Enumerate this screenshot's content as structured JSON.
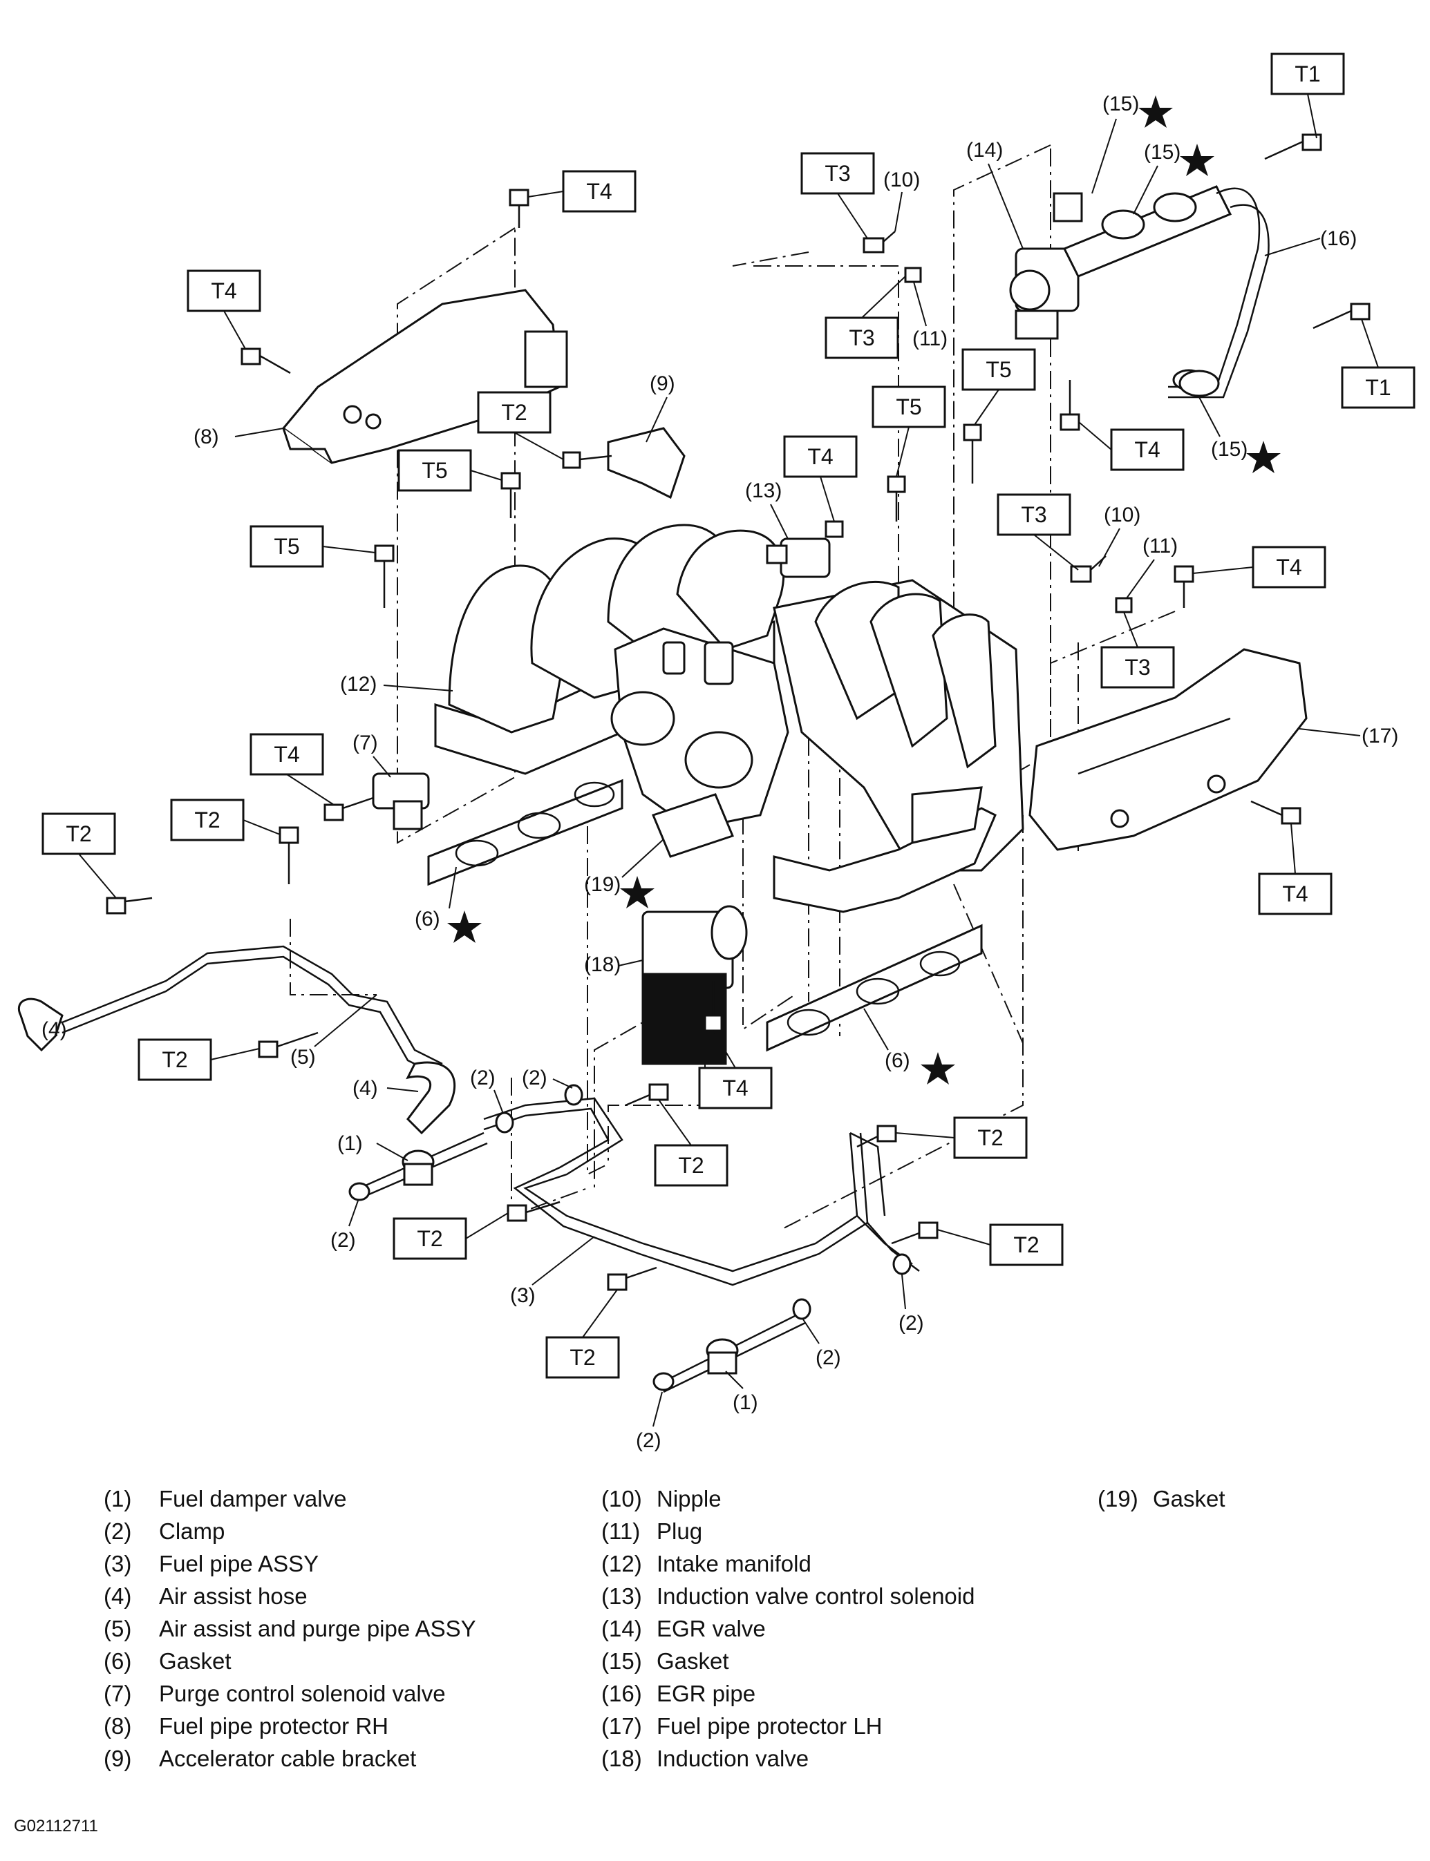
{
  "torque_labels": {
    "t1": "T1",
    "t2": "T2",
    "t3": "T3",
    "t4": "T4",
    "t5": "T5"
  },
  "callouts": {
    "c1": "(1)",
    "c2": "(2)",
    "c3": "(3)",
    "c4": "(4)",
    "c5": "(5)",
    "c6": "(6)",
    "c7": "(7)",
    "c8": "(8)",
    "c9": "(9)",
    "c10": "(10)",
    "c11": "(11)",
    "c12": "(12)",
    "c13": "(13)",
    "c14": "(14)",
    "c15": "(15)",
    "c16": "(16)",
    "c17": "(17)",
    "c18": "(18)",
    "c19": "(19)"
  },
  "legend": [
    {
      "num": "(1)",
      "name": "Fuel damper valve"
    },
    {
      "num": "(2)",
      "name": "Clamp"
    },
    {
      "num": "(3)",
      "name": "Fuel pipe ASSY"
    },
    {
      "num": "(4)",
      "name": "Air assist hose"
    },
    {
      "num": "(5)",
      "name": "Air assist and purge pipe ASSY"
    },
    {
      "num": "(6)",
      "name": "Gasket"
    },
    {
      "num": "(7)",
      "name": "Purge control solenoid valve"
    },
    {
      "num": "(8)",
      "name": "Fuel pipe protector RH"
    },
    {
      "num": "(9)",
      "name": "Accelerator cable bracket"
    },
    {
      "num": "(10)",
      "name": "Nipple"
    },
    {
      "num": "(11)",
      "name": "Plug"
    },
    {
      "num": "(12)",
      "name": "Intake manifold"
    },
    {
      "num": "(13)",
      "name": "Induction valve control solenoid"
    },
    {
      "num": "(14)",
      "name": "EGR valve"
    },
    {
      "num": "(15)",
      "name": "Gasket"
    },
    {
      "num": "(16)",
      "name": "EGR pipe"
    },
    {
      "num": "(17)",
      "name": "Fuel pipe protector LH"
    },
    {
      "num": "(18)",
      "name": "Induction valve"
    },
    {
      "num": "(19)",
      "name": "Gasket"
    }
  ],
  "figure_id": "G02112711"
}
